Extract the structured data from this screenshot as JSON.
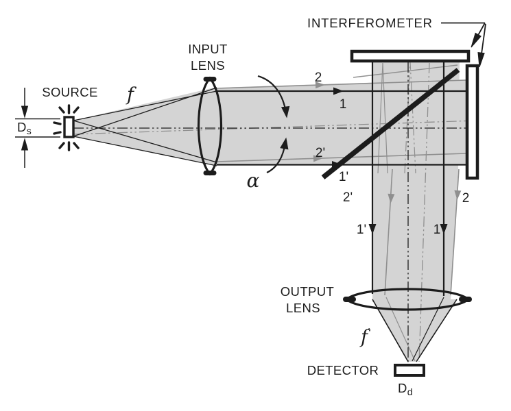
{
  "diagram": {
    "colors": {
      "beam_fill": "#d4d4d4",
      "ray_gray": "#8f8f8f",
      "ink": "#1c1c1c",
      "background": "#ffffff"
    },
    "source": {
      "label": "SOURCE",
      "diameter": "D",
      "diameter_sub": "s"
    },
    "input_lens": {
      "line1": "INPUT",
      "line2": "LENS",
      "focal_length": "f"
    },
    "interferometer": {
      "label": "INTERFEROMETER"
    },
    "angle": {
      "symbol": "α"
    },
    "rays_horizontal": {
      "ray2": "2",
      "ray1": "1",
      "ray2_prime": "2'",
      "ray1_prime": "1'"
    },
    "rays_vertical": {
      "ray2_prime": "2'",
      "ray1_prime": "1'",
      "ray1": "1",
      "ray2": "2"
    },
    "output_lens": {
      "line1": "OUTPUT",
      "line2": "LENS",
      "focal_length": "f",
      "focal_prime": "′"
    },
    "detector": {
      "label": "DETECTOR",
      "diameter": "D",
      "diameter_sub": "d"
    }
  }
}
